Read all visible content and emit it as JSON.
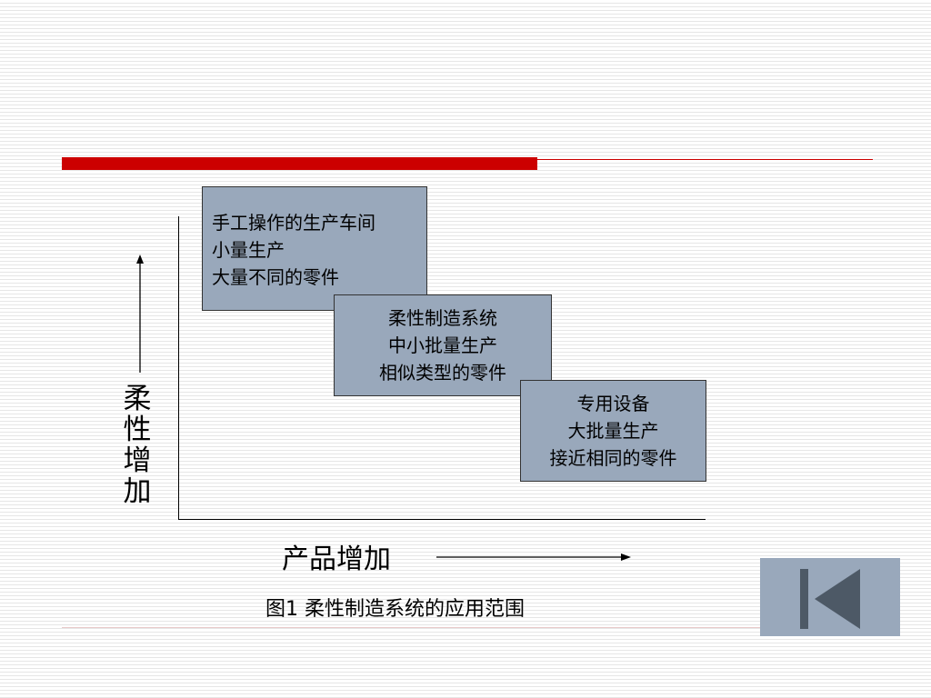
{
  "boxes": [
    {
      "lines": [
        "手工操作的生产车间",
        "小量生产",
        "大量不同的零件"
      ]
    },
    {
      "lines": [
        "柔性制造系统",
        "中小批量生产",
        "相似类型的零件"
      ]
    },
    {
      "lines": [
        "专用设备",
        "大批量生产",
        "接近相同的零件"
      ]
    }
  ],
  "y_axis_label": [
    "柔",
    "性",
    "增",
    "加"
  ],
  "x_axis_label": "产品增加",
  "caption": "图1 柔性制造系统的应用范围",
  "nav": {
    "icon": "skip-back-icon"
  },
  "colors": {
    "accent": "#cc0000",
    "box_fill": "#99a8bb",
    "icon": "#4d5966"
  }
}
